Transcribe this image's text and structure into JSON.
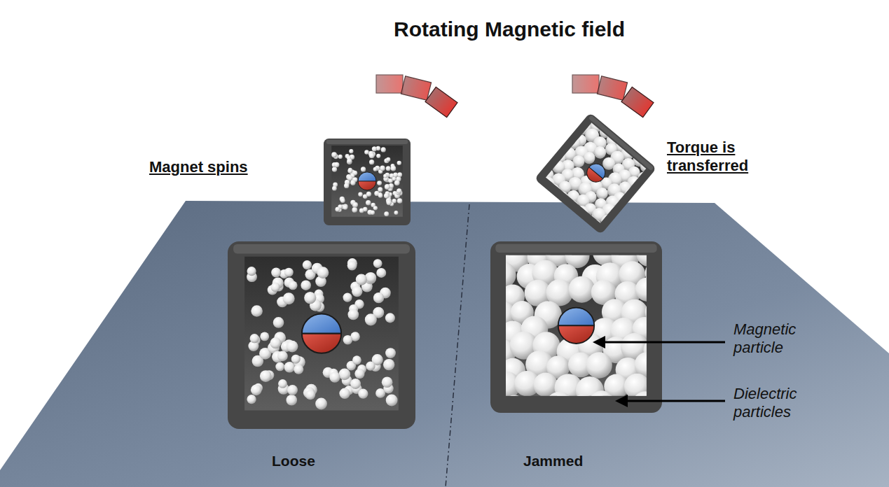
{
  "diagram": {
    "title": "Rotating Magnetic field",
    "labels": [
      "Magnet spins",
      "Torque is transferred",
      "Magnetic particle",
      "Dielectric particles",
      "Loose",
      "Jammed"
    ]
  }
}
